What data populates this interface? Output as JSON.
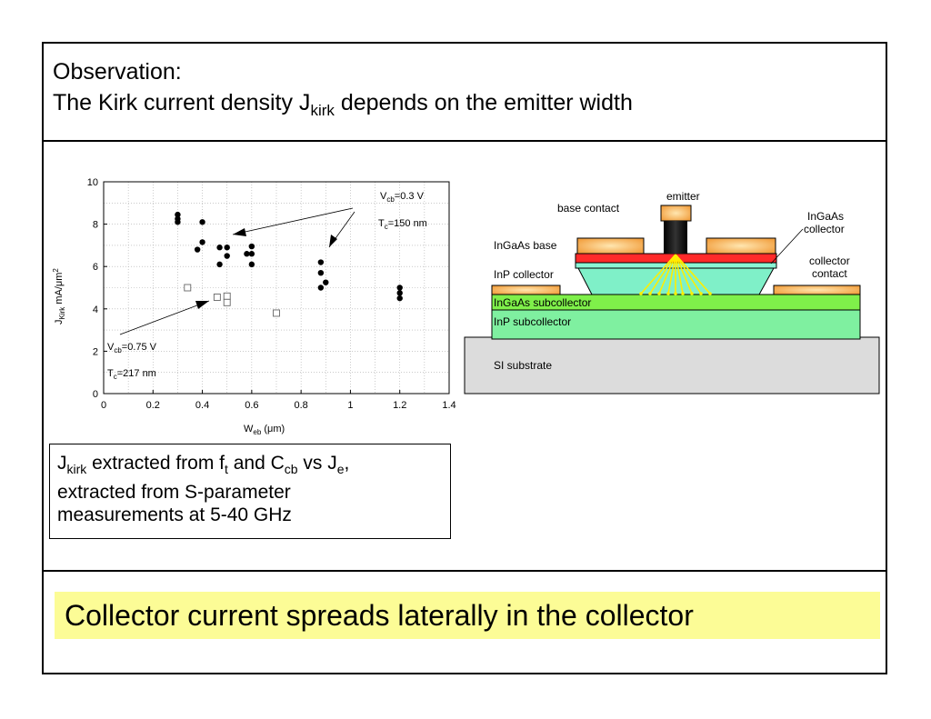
{
  "header": {
    "line1": "Observation:",
    "line2_before": "The Kirk current density J",
    "line2_sub": "kirk",
    "line2_after": " depends on the emitter width"
  },
  "chart_data": {
    "type": "scatter",
    "xlabel_main": "W",
    "xlabel_sub": "eb",
    "xlabel_unit": " (μm)",
    "ylabel_main": "J",
    "ylabel_sub": "Kirk",
    "ylabel_unit": " mA/μm",
    "ylabel_sup": "2",
    "xlim": [
      0,
      1.4
    ],
    "ylim": [
      0,
      10
    ],
    "xticks": [
      "0",
      "0.2",
      "0.4",
      "0.6",
      "0.8",
      "1",
      "1.2",
      "1.4"
    ],
    "yticks": [
      "0",
      "2",
      "4",
      "6",
      "8",
      "10"
    ],
    "series": [
      {
        "marker": "filled-circle",
        "points": [
          [
            0.3,
            8.45
          ],
          [
            0.3,
            8.25
          ],
          [
            0.3,
            8.1
          ],
          [
            0.4,
            8.1
          ],
          [
            0.38,
            6.8
          ],
          [
            0.4,
            7.15
          ],
          [
            0.47,
            6.9
          ],
          [
            0.5,
            6.9
          ],
          [
            0.5,
            6.5
          ],
          [
            0.47,
            6.1
          ],
          [
            0.58,
            6.6
          ],
          [
            0.6,
            6.6
          ],
          [
            0.6,
            6.95
          ],
          [
            0.6,
            6.1
          ],
          [
            0.88,
            6.2
          ],
          [
            0.88,
            5.7
          ],
          [
            0.9,
            5.25
          ],
          [
            0.88,
            5.0
          ],
          [
            1.2,
            5.0
          ],
          [
            1.2,
            4.75
          ],
          [
            1.2,
            4.5
          ]
        ]
      },
      {
        "marker": "open-square",
        "points": [
          [
            0.34,
            5.0
          ],
          [
            0.46,
            4.55
          ],
          [
            0.5,
            4.6
          ],
          [
            0.5,
            4.3
          ],
          [
            0.7,
            3.8
          ]
        ]
      }
    ],
    "annotations": [
      {
        "main": "V",
        "sub": "cb",
        "rest": "=0.3 V"
      },
      {
        "main": "T",
        "sub": "c",
        "rest": "=150 nm"
      },
      {
        "main": "V",
        "sub": "cb",
        "rest": "=0.75 V"
      },
      {
        "main": "T",
        "sub": "c",
        "rest": "=217 nm"
      }
    ]
  },
  "note": {
    "a": "J",
    "a_sub": "kirk",
    "b": " extracted from f",
    "b_sub": "t",
    "c": " and C",
    "c_sub": "cb",
    "d": " vs J",
    "d_sub": "e",
    "e": ",",
    "line2": "extracted from S-parameter",
    "line3": "measurements at 5-40 GHz"
  },
  "device": {
    "labels": {
      "emitter": "emitter",
      "base_contact": "base contact",
      "ingaas_collector_1": "InGaAs",
      "ingaas_collector_2": "collector",
      "ingaas_base": "InGaAs base",
      "inp_collector": "InP collector",
      "collector_contact_1": "collector",
      "collector_contact_2": "contact",
      "ingaas_subcollector": "InGaAs subcollector",
      "inp_subcollector": "InP subcollector",
      "si_substrate": "SI substrate"
    },
    "colors": {
      "substrate": "#dcdcdc",
      "subcollector_ingaas": "#7ff04a",
      "subcollector_inp": "#7ff0a0",
      "collector": "#7ff0c8",
      "base": "#ff2a2a",
      "contact": "#f2a040",
      "emitter_stem": "#000000",
      "current_arrows": "#ffee00"
    }
  },
  "conclusion": "Collector current spreads laterally in the collector"
}
